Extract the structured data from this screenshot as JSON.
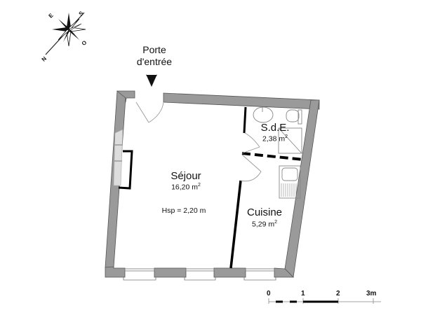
{
  "plan": {
    "entry_label_line1": "Porte",
    "entry_label_line2": "d'entrée",
    "rooms": [
      {
        "name": "Séjour",
        "area": "16,20 m",
        "area_sup": "2"
      },
      {
        "name": "S.d.E.",
        "area": "2,38 m",
        "area_sup": "2"
      },
      {
        "name": "Cuisine",
        "area": "5,29 m",
        "area_sup": "2"
      }
    ],
    "ceiling_height": "Hsp = 2,20 m"
  },
  "compass": {
    "n": "N",
    "e": "E",
    "s": "S",
    "o": "O"
  },
  "scale_bar": {
    "ticks": [
      "0",
      "1",
      "2",
      "3m"
    ]
  },
  "colors": {
    "wall": "#9a9a9a",
    "wall_stroke": "#555555",
    "partition": "#000000",
    "fixture": "#888888"
  }
}
